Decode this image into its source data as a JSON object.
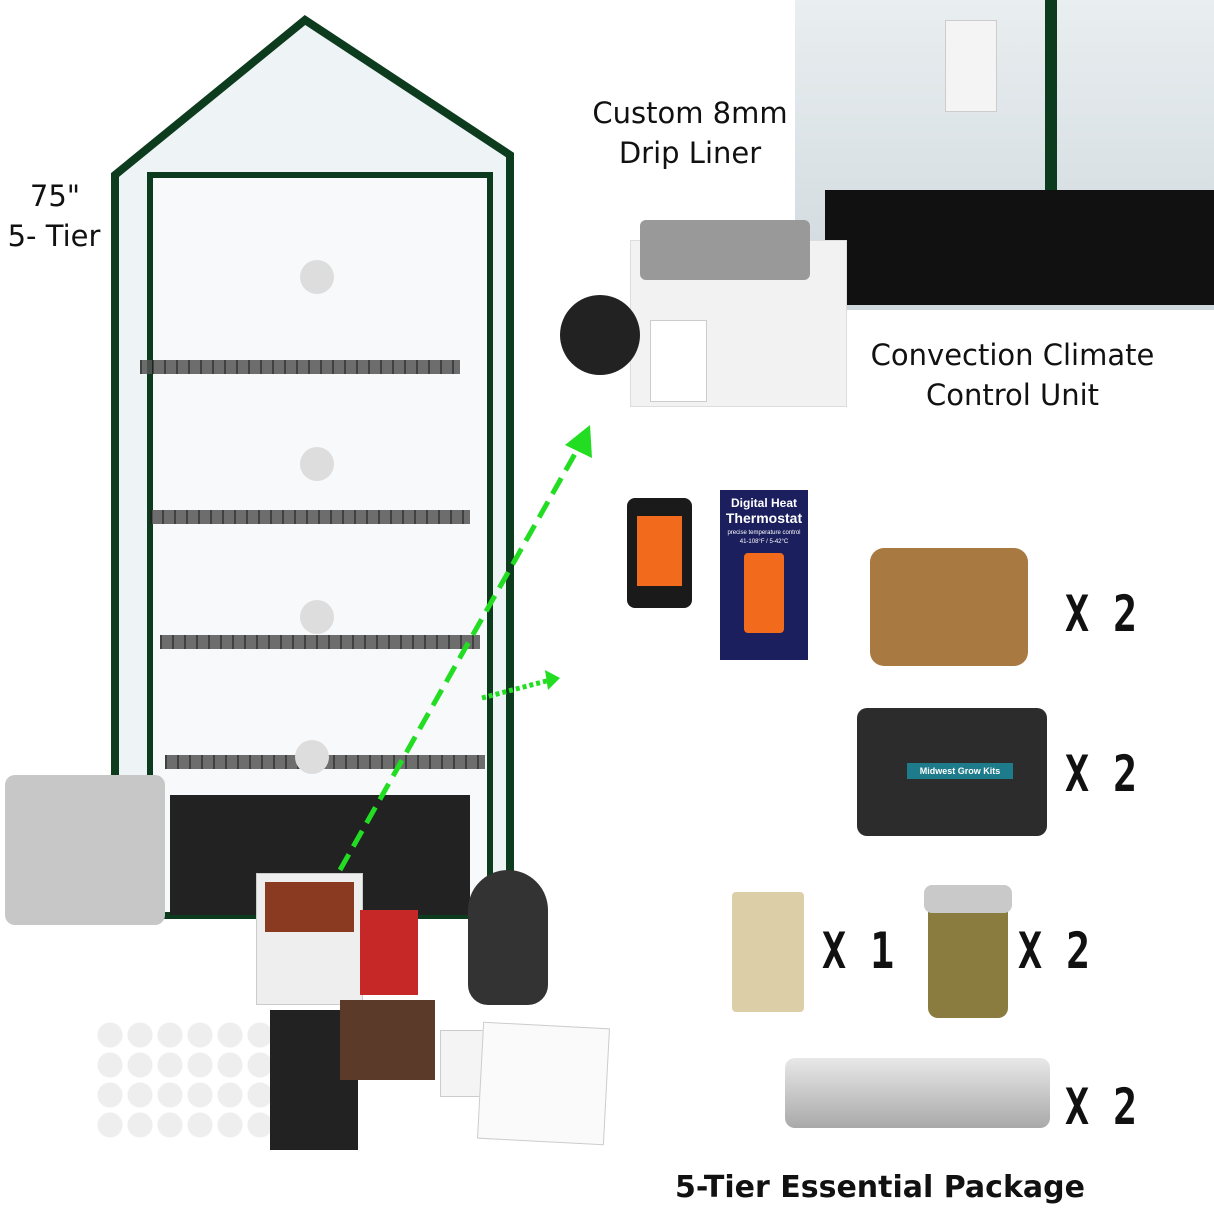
{
  "labels": {
    "height": "75\"",
    "tiers": "5- Tier",
    "liner_line1": "Custom 8mm",
    "liner_line2": "Drip Liner",
    "climate_line1": "Convection Climate",
    "climate_line2": "Control Unit",
    "package_title": "5-Tier Essential Package"
  },
  "thermostat_box": {
    "line1": "Digital Heat",
    "line2": "Thermostat",
    "subtitle": "precise temperature control",
    "range": "41-108°F / 5-42°C"
  },
  "bag_label": "Midwest Grow Kits",
  "quantities": {
    "grain_bag": "X 2",
    "substrate_bag": "X 2",
    "vermiculite": "X 1",
    "jar": "X 2",
    "tray": "X 2"
  },
  "colors": {
    "arrow": "#22dd22",
    "frame": "#0d3b1e"
  }
}
